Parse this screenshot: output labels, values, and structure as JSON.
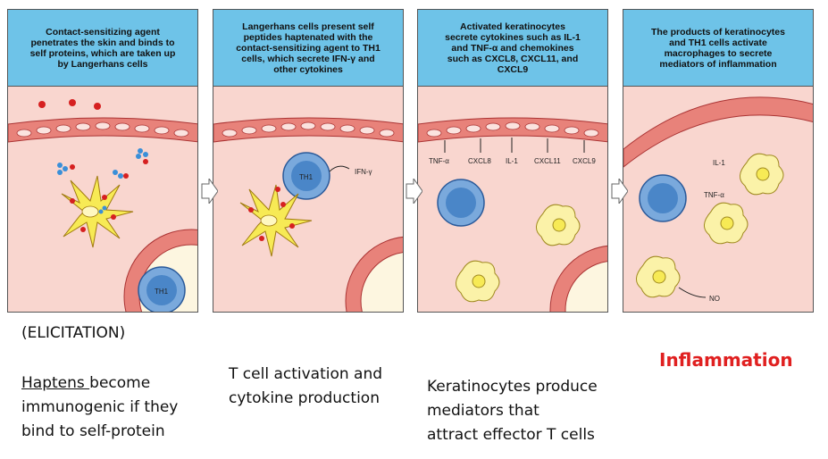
{
  "panels": [
    {
      "header": "Contact-sensitizing agent\npenetrates the skin and binds to\nself proteins, which are taken up\nby Langerhans cells",
      "cell_label": "TH1"
    },
    {
      "header": "Langerhans cells present self\npeptides haptenated with the\ncontact-sensitizing agent to TH1\ncells, which secrete IFN-γ and\nother cytokines",
      "cell_label": "TH1",
      "secretion": "IFN-γ"
    },
    {
      "header": "Activated keratinocytes\nsecrete cytokines such as IL-1\nand TNF-α and chemokines\nsuch as CXCL8, CXCL11, and\nCXCL9",
      "cytokines": [
        "TNF-α",
        "CXCL8",
        "IL-1",
        "CXCL11",
        "CXCL9"
      ]
    },
    {
      "header": "The products of keratinocytes\nand TH1 cells activate\nmacrophages to secrete\nmediators of inflammation",
      "labels": {
        "il1": "IL-1",
        "tnf": "TNF-α",
        "no": "NO"
      }
    }
  ],
  "captions": {
    "elicitation": "(ELICITATION)",
    "haptens_underlined": "Haptens ",
    "haptens_rest1": "become",
    "haptens_line2": "immunogenic if they",
    "haptens_line3": "bind to self-protein",
    "tcell_line1": "T cell activation and",
    "tcell_line2": "cytokine production",
    "kera_line1": "Keratinocytes produce",
    "kera_line2": "mediators that",
    "kera_line3": "attract effector T cells",
    "inflammation": "Inflammation"
  },
  "colors": {
    "header": "#6ec3e8",
    "tissue": "#f9d6cf",
    "skin": "#e8827a",
    "inflammation": "#e02020"
  }
}
